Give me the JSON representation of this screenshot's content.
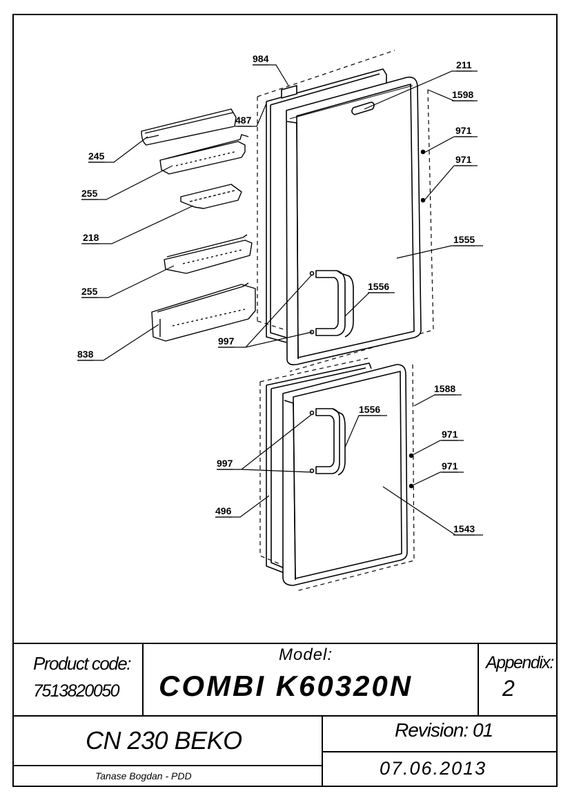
{
  "callouts": {
    "c984": "984",
    "c211": "211",
    "c1598": "1598",
    "c487": "487",
    "c245": "245",
    "c971a": "971",
    "c971b": "971",
    "c255a": "255",
    "c218": "218",
    "c1555": "1555",
    "c255b": "255",
    "c1556a": "1556",
    "c997a": "997",
    "c838": "838",
    "c1588": "1588",
    "c1556b": "1556",
    "c971c": "971",
    "c997b": "997",
    "c971d": "971",
    "c496": "496",
    "c1543": "1543"
  },
  "title_block": {
    "product_code_label": "Product code:",
    "product_code_value": "7513820050",
    "model_label": "Model:",
    "model_value": "COMBI K60320N",
    "appendix_label": "Appendix:",
    "appendix_value": "2",
    "project": "CN 230 BEKO",
    "revision": "Revision: 01",
    "author": "Tanase Bogdan - PDD",
    "date": "07.06.2013"
  }
}
